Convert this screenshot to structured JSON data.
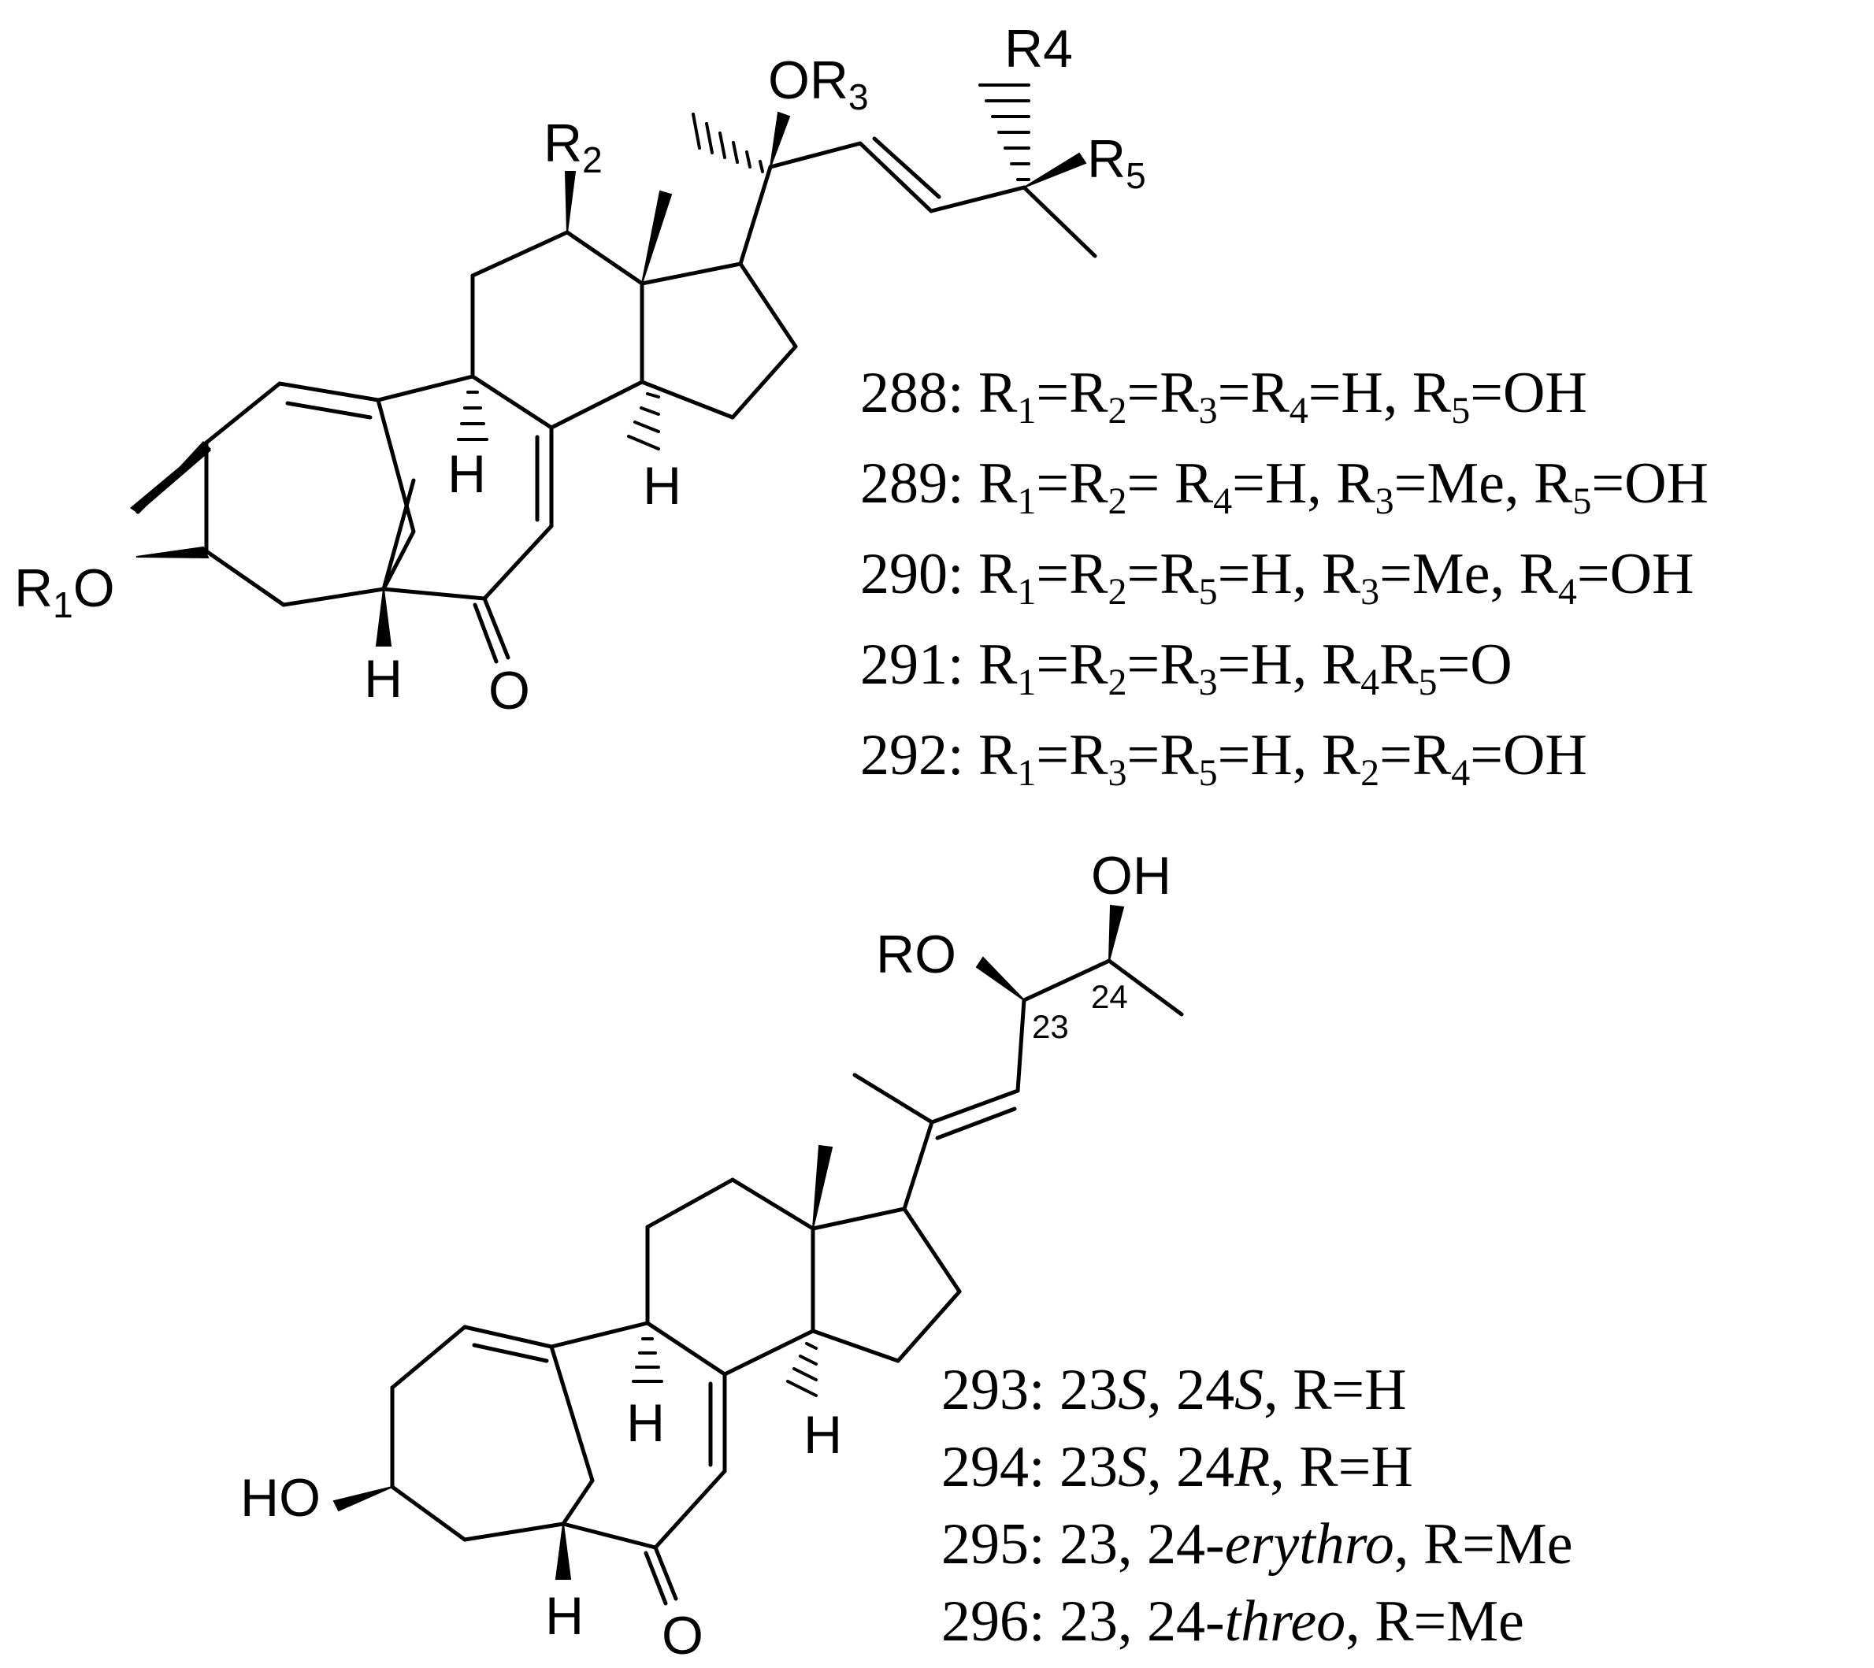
{
  "structure_top": {
    "labels": {
      "r1o": "R1O",
      "r2": "R2",
      "or3": "OR3",
      "r4": "R4",
      "r5": "R5",
      "h_c9": "H",
      "h_c14": "H",
      "h_c5": "H",
      "o_keto": "O"
    }
  },
  "structure_bottom": {
    "labels": {
      "ho": "HO",
      "ro": "RO",
      "oh": "OH",
      "c23": "23",
      "c24": "24",
      "h_c9": "H",
      "h_c14": "H",
      "h_c5": "H",
      "o_keto": "O"
    }
  },
  "legend_top": [
    {
      "id": "288",
      "parts": [
        "288: R",
        "1",
        "=R",
        "2",
        "=R",
        "3",
        "=R",
        "4",
        "=H, R",
        "5",
        "=OH"
      ]
    },
    {
      "id": "289",
      "parts": [
        "289: R",
        "1",
        "=R",
        "2",
        "= R",
        "4",
        "=H, R",
        "3",
        "=Me, R",
        "5",
        "=OH"
      ]
    },
    {
      "id": "290",
      "parts": [
        "290: R",
        "1",
        "=R",
        "2",
        "=R",
        "5",
        "=H, R",
        "3",
        "=Me, R",
        "4",
        "=OH"
      ]
    },
    {
      "id": "291",
      "parts": [
        "291: R",
        "1",
        "=R",
        "2",
        "=R",
        "3",
        "=H, R",
        "4",
        "R",
        "5",
        "=O"
      ]
    },
    {
      "id": "292",
      "parts": [
        "292: R",
        "1",
        "=R",
        "3",
        "=R",
        "5",
        "=H, R",
        "2",
        "=R",
        "4",
        "=OH"
      ]
    }
  ],
  "legend_bottom": [
    {
      "id": "293",
      "parts": [
        "293: 23",
        "S",
        ", 24",
        "S",
        ", R=H"
      ]
    },
    {
      "id": "294",
      "parts": [
        "294: 23",
        "S",
        ", 24",
        "R",
        ", R=H"
      ]
    },
    {
      "id": "295",
      "parts": [
        "295: 23, 24-",
        "erythro",
        ", R=Me"
      ]
    },
    {
      "id": "296",
      "parts": [
        "296: 23, 24-",
        "threo",
        ", R=Me"
      ]
    }
  ]
}
